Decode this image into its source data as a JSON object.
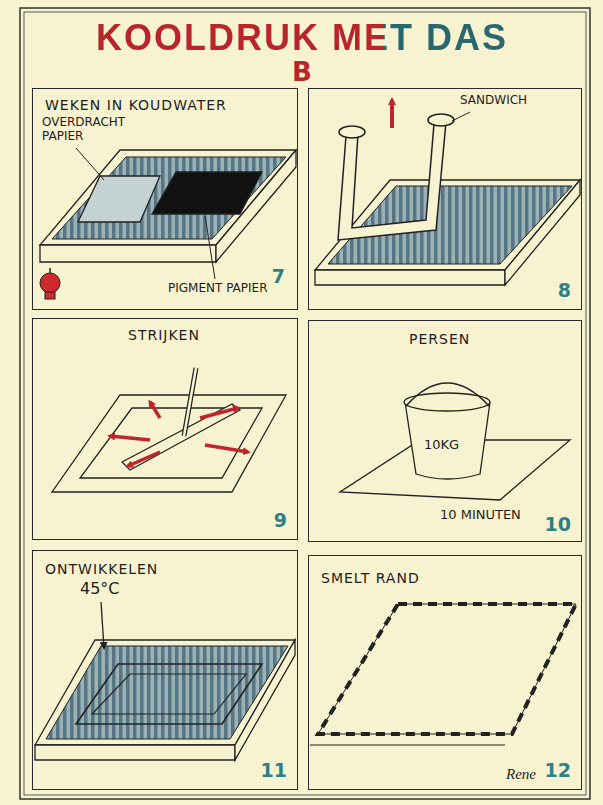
{
  "diagram": {
    "title": "KOOLDRUK MET DAS",
    "nodes": [
      {
        "text": [
          "WEKEN IN KOUDWATER",
          "7"
        ]
      },
      {
        "text": [
          "8"
        ]
      },
      {
        "text": [
          "STRIJKEN",
          "9"
        ]
      },
      {
        "text": [
          "PERSEN",
          "10"
        ]
      },
      {
        "text": [
          "ONTWIKKELEN",
          "11"
        ]
      },
      {
        "text": [
          "SMELT RAND",
          "12"
        ]
      }
    ],
    "labels": [
      "B",
      "OVERDRACHT PAPIER",
      "PIGMENT PAPIER",
      "SANDWICH",
      "10KG",
      "10 MINUTEN",
      "45°C",
      "Rene"
    ]
  }
}
